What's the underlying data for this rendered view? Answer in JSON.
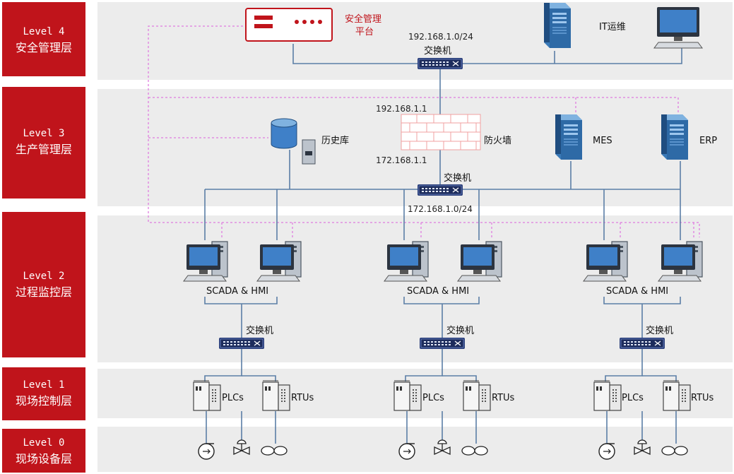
{
  "levels": [
    {
      "code": "Level 4",
      "name": "安全管理层"
    },
    {
      "code": "Level 3",
      "name": "生产管理层"
    },
    {
      "code": "Level 2",
      "name": "过程监控层"
    },
    {
      "code": "Level 1",
      "name": "现场控制层"
    },
    {
      "code": "Level 0",
      "name": "现场设备层"
    }
  ],
  "level4": {
    "security_platform_label_1": "安全管理",
    "security_platform_label_2": "平台",
    "it_ops_label": "IT运维",
    "subnet": "192.168.1.0/24",
    "switch_label": "交换机"
  },
  "level3": {
    "firewall_ip_upper": "192.168.1.1",
    "firewall_ip_lower": "172.168.1.1",
    "firewall_label": "防火墙",
    "historian_label": "历史库",
    "mes_label": "MES",
    "erp_label": "ERP",
    "switch_label": "交换机",
    "subnet": "172.168.1.0/24"
  },
  "level2": {
    "workstation_label": "SCADA & HMI",
    "switch_label": "交换机"
  },
  "level1": {
    "plc_label": "PLCs",
    "rtu_label": "RTUs"
  },
  "colors": {
    "level_red": "#c0141b",
    "band_gray": "#ececec",
    "link_blue": "#5b7fa6",
    "mgmt_dashed": "#e07de0"
  }
}
